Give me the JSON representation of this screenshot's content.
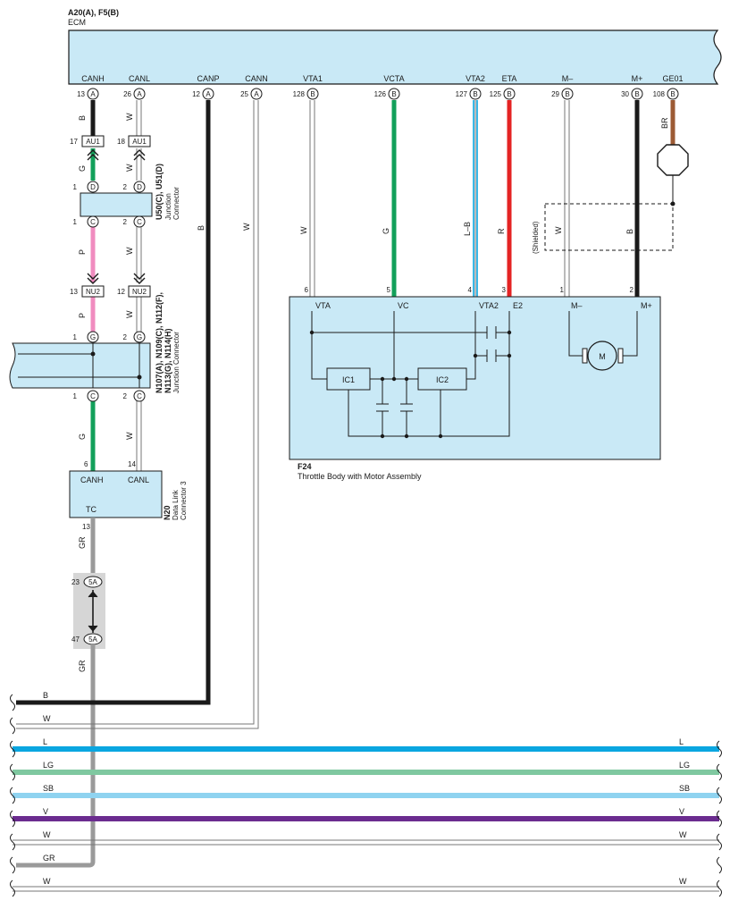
{
  "ecm": {
    "connector_ids": "A20(A), F5(B)",
    "name": "ECM",
    "terminals": [
      {
        "label": "CANH",
        "pin": "13",
        "conn": "A"
      },
      {
        "label": "CANL",
        "pin": "26",
        "conn": "A"
      },
      {
        "label": "CANP",
        "pin": "12",
        "conn": "A"
      },
      {
        "label": "CANN",
        "pin": "25",
        "conn": "A"
      },
      {
        "label": "VTA1",
        "pin": "128",
        "conn": "B"
      },
      {
        "label": "VCTA",
        "pin": "126",
        "conn": "B"
      },
      {
        "label": "VTA2",
        "pin": "127",
        "conn": "B"
      },
      {
        "label": "ETA",
        "pin": "125",
        "conn": "B"
      },
      {
        "label": "M–",
        "pin": "29",
        "conn": "B"
      },
      {
        "label": "M+",
        "pin": "30",
        "conn": "B"
      },
      {
        "label": "GE01",
        "pin": "108",
        "conn": "B"
      }
    ]
  },
  "wires": {
    "canh_top": "B",
    "canl_top": "W",
    "canh_mid": "G",
    "canl_mid": "W",
    "canh_p": "P",
    "canl_p": "W",
    "canh_p2": "P",
    "canl_p2": "W",
    "canh_bot": "G",
    "canl_bot": "W",
    "canp": "B",
    "cann": "W",
    "vta1": "W",
    "vcta": "G",
    "vta2": "L–B",
    "eta": "R",
    "mminus": "W",
    "mplus": "B",
    "ge01": "BR",
    "tc_gr1": "GR",
    "tc_gr2": "GR"
  },
  "connectors": {
    "au1_left": {
      "pin": "17",
      "name": "AU1"
    },
    "au1_right": {
      "pin": "18",
      "name": "AU1"
    },
    "nu2_left": {
      "pin": "13",
      "name": "NU2"
    },
    "nu2_right": {
      "pin": "12",
      "name": "NU2"
    },
    "jc_upper": {
      "id": "U50(C), U51(D)",
      "name": "Junction Connector",
      "name_line1": "Junction",
      "name_line2": "Connector",
      "pins_top": [
        {
          "pin": "1",
          "conn": "D"
        },
        {
          "pin": "2",
          "conn": "D"
        }
      ],
      "pins_bottom": [
        {
          "pin": "1",
          "conn": "C"
        },
        {
          "pin": "2",
          "conn": "C"
        }
      ]
    },
    "jc_lower": {
      "id_line1": "N107(A), N109(C), N112(F),",
      "id_line2": "N113(G), N114(H)",
      "name": "Junction Connector",
      "pins_top": [
        {
          "pin": "1",
          "conn": "G"
        },
        {
          "pin": "2",
          "conn": "G"
        }
      ],
      "pins_bottom": [
        {
          "pin": "1",
          "conn": "C"
        },
        {
          "pin": "2",
          "conn": "C"
        }
      ]
    },
    "dlc3": {
      "id": "N20",
      "name_line1": "Data Link",
      "name_line2": "Connector 3",
      "pin_canh": "6",
      "pin_canl": "14",
      "label_canh": "CANH",
      "label_canl": "CANL",
      "label_tc": "TC",
      "pin_tc": "13"
    },
    "c5a_top": {
      "pin": "23",
      "name": "5A"
    },
    "c5a_bot": {
      "pin": "47",
      "name": "5A"
    }
  },
  "throttle": {
    "id": "F24",
    "name": "Throttle Body with Motor Assembly",
    "pins": [
      {
        "pin": "6",
        "label": "VTA"
      },
      {
        "pin": "5",
        "label": "VC"
      },
      {
        "pin": "4",
        "label": "VTA2"
      },
      {
        "pin": "3",
        "label": "E2"
      },
      {
        "pin": "1",
        "label": "M–"
      },
      {
        "pin": "2",
        "label": "M+"
      }
    ],
    "ic1": "IC1",
    "ic2": "IC2",
    "motor": "M",
    "shielded": "(Shielded)"
  },
  "bus_lines": [
    {
      "left": "B",
      "right": "",
      "color": "#1a1a1a"
    },
    {
      "left": "W",
      "right": "",
      "color": "#ffffff"
    },
    {
      "left": "L",
      "right": "L",
      "color": "#0aa6e0"
    },
    {
      "left": "LG",
      "right": "LG",
      "color": "#7fc8a0"
    },
    {
      "left": "SB",
      "right": "SB",
      "color": "#8fd3f0"
    },
    {
      "left": "V",
      "right": "V",
      "color": "#6b2c8f"
    },
    {
      "left": "W",
      "right": "W",
      "color": "#ffffff"
    },
    {
      "left": "GR",
      "right": "",
      "color": "#9a9a9a"
    },
    {
      "left": "W",
      "right": "W",
      "color": "#ffffff"
    }
  ],
  "colors": {
    "box_fill": "#c9e9f6",
    "black": "#1a1a1a",
    "green": "#12a05a",
    "pink": "#f08cbf",
    "blue": "#0aa6e0",
    "red": "#e42323",
    "brown": "#9c5a34",
    "gray": "#9a9a9a",
    "shade": "#d6d6d6"
  }
}
